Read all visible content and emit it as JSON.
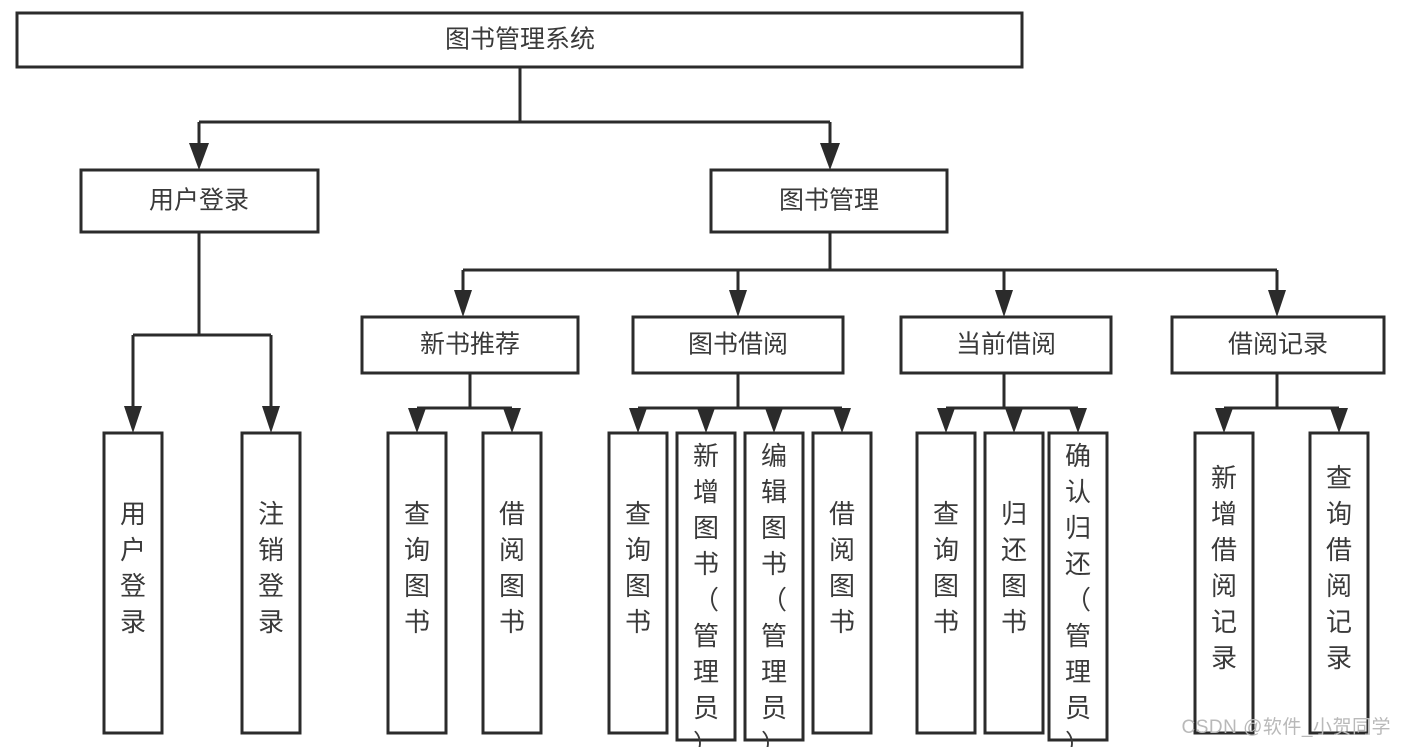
{
  "diagram": {
    "type": "tree-hierarchy-diagram",
    "title": "图书管理系统",
    "orientation": "top-down",
    "background_color": "#ffffff",
    "node_fill": "#ffffff",
    "node_stroke": "#2b2b2b",
    "label_color": "#3a3a3a",
    "levels": 4
  },
  "nodes": {
    "root": {
      "label": "图书管理系统",
      "level": 1
    },
    "level2": [
      {
        "id": "user-login",
        "label": "用户登录"
      },
      {
        "id": "book-management",
        "label": "图书管理"
      }
    ],
    "level3": [
      {
        "id": "new-book-recommend",
        "label": "新书推荐",
        "parent": "book-management"
      },
      {
        "id": "book-borrow",
        "label": "图书借阅",
        "parent": "book-management"
      },
      {
        "id": "current-borrow",
        "label": "当前借阅",
        "parent": "book-management"
      },
      {
        "id": "borrow-record",
        "label": "借阅记录",
        "parent": "book-management"
      }
    ],
    "leaves": [
      {
        "id": "leaf-user-login",
        "label": "用户登录",
        "parent": "user-login"
      },
      {
        "id": "leaf-logout",
        "label": "注销登录",
        "parent": "user-login"
      },
      {
        "id": "leaf-query-book-1",
        "label": "查询图书",
        "parent": "new-book-recommend"
      },
      {
        "id": "leaf-borrow-book-1",
        "label": "借阅图书",
        "parent": "new-book-recommend"
      },
      {
        "id": "leaf-query-book-2",
        "label": "查询图书",
        "parent": "book-borrow"
      },
      {
        "id": "leaf-add-book",
        "label": "新增图书（管理员）",
        "parent": "book-borrow"
      },
      {
        "id": "leaf-edit-book",
        "label": "编辑图书（管理员）",
        "parent": "book-borrow"
      },
      {
        "id": "leaf-borrow-book-2",
        "label": "借阅图书",
        "parent": "book-borrow"
      },
      {
        "id": "leaf-query-book-3",
        "label": "查询图书",
        "parent": "current-borrow"
      },
      {
        "id": "leaf-return-book",
        "label": "归还图书",
        "parent": "current-borrow"
      },
      {
        "id": "leaf-confirm-return",
        "label": "确认归还（管理员）",
        "parent": "current-borrow"
      },
      {
        "id": "leaf-add-record",
        "label": "新增借阅记录",
        "parent": "borrow-record"
      },
      {
        "id": "leaf-query-record",
        "label": "查询借阅记录",
        "parent": "borrow-record"
      }
    ]
  },
  "watermark": {
    "text": "CSDN @软件_小贺同学"
  }
}
